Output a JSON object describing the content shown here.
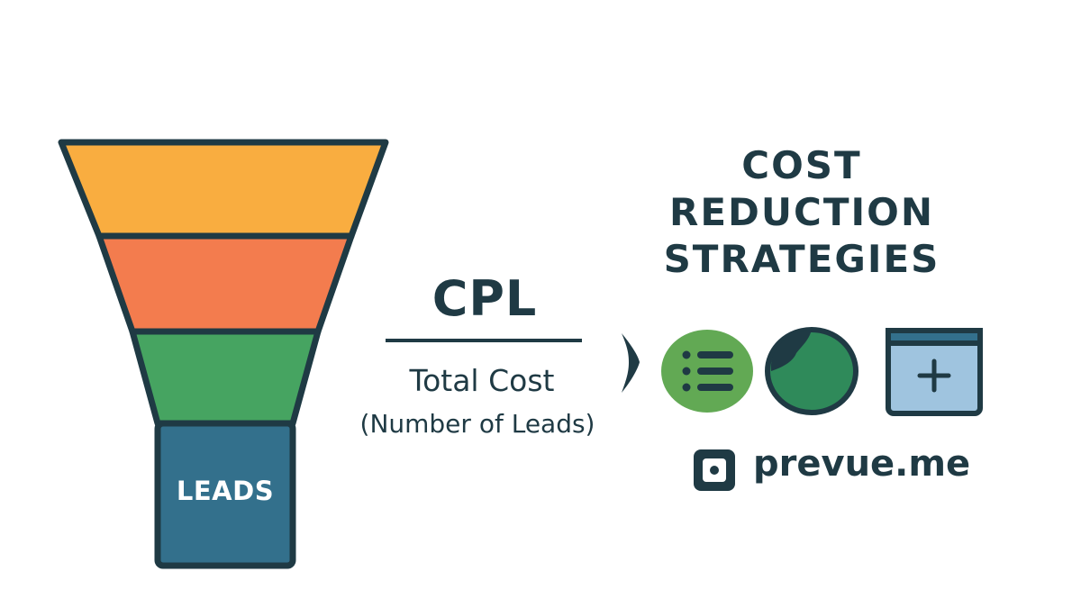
{
  "funnel": {
    "stages": [
      {
        "color": "#f9ad40"
      },
      {
        "color": "#f37c4e"
      },
      {
        "color": "#46a461"
      }
    ],
    "base_label": "LEADS",
    "base_color": "#33708c",
    "outline_color": "#1f3a44"
  },
  "formula": {
    "title": "CPL",
    "numerator": "Total Cost",
    "denominator": "(Number of Leads)"
  },
  "strategies": {
    "title_lines": [
      "COST",
      "REDUCTION",
      "STRATEGIES"
    ],
    "icons": [
      "list-icon",
      "pie-chart-icon",
      "window-add-icon"
    ],
    "colors": {
      "green": "#62a954",
      "dark_green": "#2f8a5a",
      "light_blue": "#9fc4df"
    }
  },
  "brand": {
    "text": "prevue.me",
    "icon": "square-dot-icon"
  }
}
